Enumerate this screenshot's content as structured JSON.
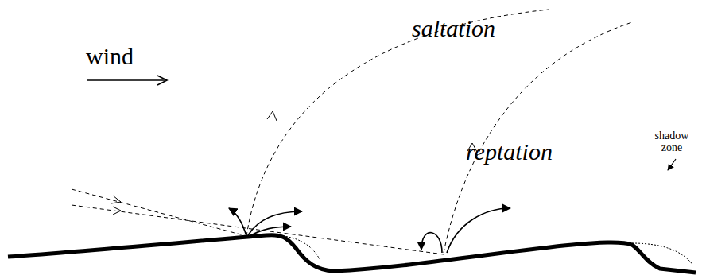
{
  "diagram": {
    "labels": [
      "wind",
      "saltation",
      "reptation",
      "shadow zone"
    ]
  }
}
